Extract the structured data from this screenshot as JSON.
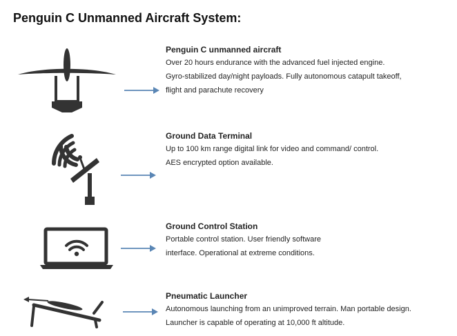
{
  "page": {
    "title": "Penguin C Unmanned Aircraft System:"
  },
  "colors": {
    "icon": "#333333",
    "arrow": "#5a86b5",
    "text": "#222222"
  },
  "sections": [
    {
      "icon": "aircraft-icon",
      "title": "Penguin C unmanned aircraft",
      "lines": [
        "Over 20 hours endurance with the advanced fuel injected engine.",
        "Gyro-stabilized day/night payloads. Fully autonomous catapult takeoff,",
        "flight and parachute recovery"
      ]
    },
    {
      "icon": "satellite-dish-icon",
      "title": "Ground Data Terminal",
      "lines": [
        "Up to 100 km range digital link for video and command/ control.",
        "AES encrypted option available."
      ]
    },
    {
      "icon": "laptop-wifi-icon",
      "title": "Ground Control Station",
      "lines": [
        "Portable control station. User friendly software",
        "interface. Operational at extreme conditions."
      ]
    },
    {
      "icon": "launcher-icon",
      "title": "Pneumatic Launcher",
      "lines": [
        "Autonomous launching from an unimproved terrain. Man portable design.",
        "Launcher is capable of operating at 10,000 ft altitude."
      ]
    }
  ]
}
